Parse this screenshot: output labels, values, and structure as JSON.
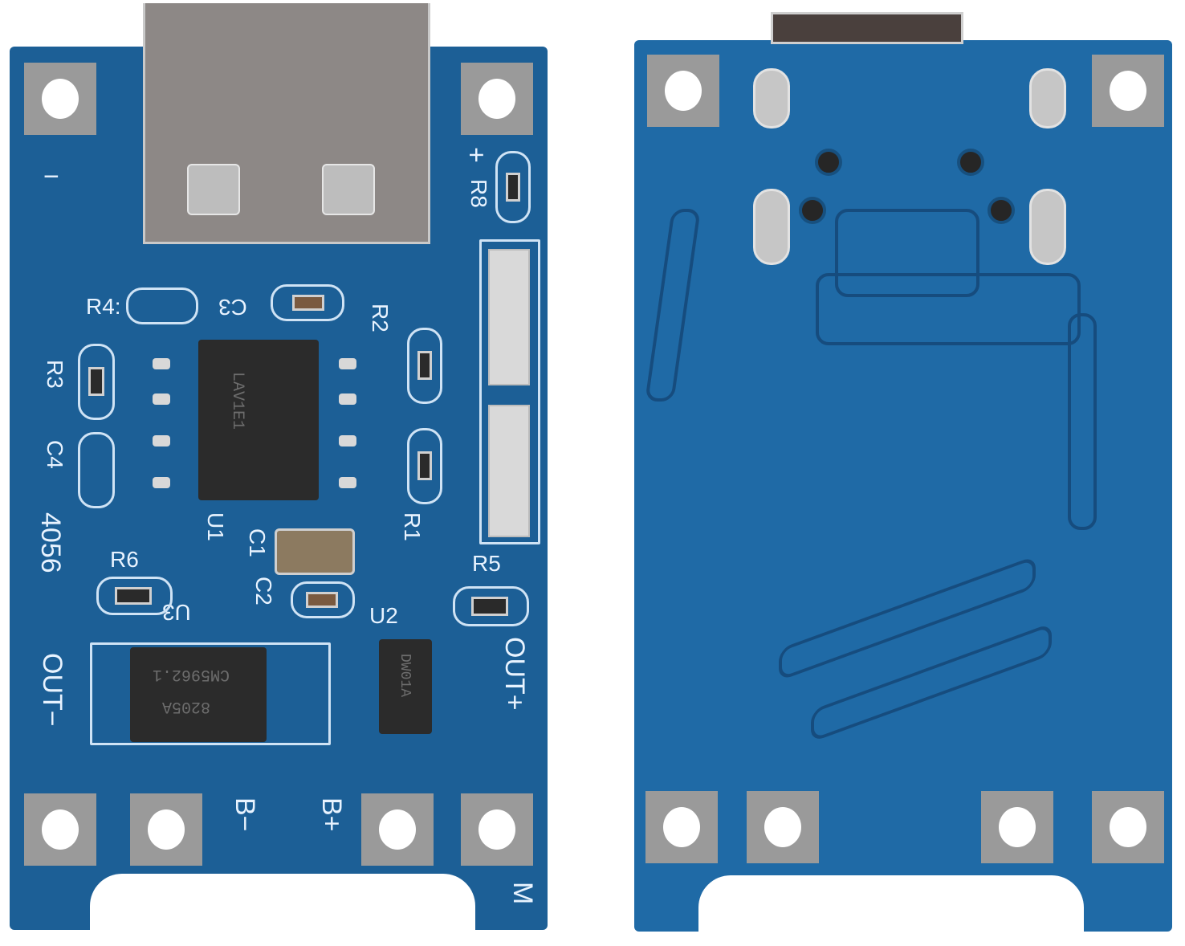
{
  "image": {
    "subject": "TP4056 USB-C lithium battery charging module with protection",
    "views": [
      "front",
      "back"
    ],
    "colors": {
      "pcb_front": "#1c5f96",
      "pcb_back": "#1f6aa6",
      "silkscreen": "#e8f3ff",
      "pad": "#9a9a9a",
      "background": "#ffffff",
      "chip": "#2b2b2b"
    }
  },
  "front": {
    "silkscreen": {
      "top_left_pad": "−",
      "top_right_pad": "+",
      "r8": "R8",
      "r4": "R4:",
      "c3": "C3",
      "r2": "R2",
      "r3": "R3",
      "c4": "C4",
      "model": "4056",
      "u1": "U1",
      "c1": "C1",
      "r1": "R1",
      "r6": "R6",
      "u3": "U3",
      "c2": "C2",
      "u2": "U2",
      "r5": "R5",
      "out_minus": "OUT−",
      "out_plus": "OUT+",
      "b_minus": "B−",
      "b_plus": "B+",
      "m": "M"
    },
    "chips": {
      "u1_marking": "LAV1E1",
      "u3_marking_line1": "CM5962.1",
      "u3_marking_line2": "8205A",
      "u2_marking": "DW01A"
    },
    "connector": "USB Type-C"
  },
  "back": {
    "pads": 6,
    "description": "Plain blue PCB underside with solder slots and traces"
  }
}
